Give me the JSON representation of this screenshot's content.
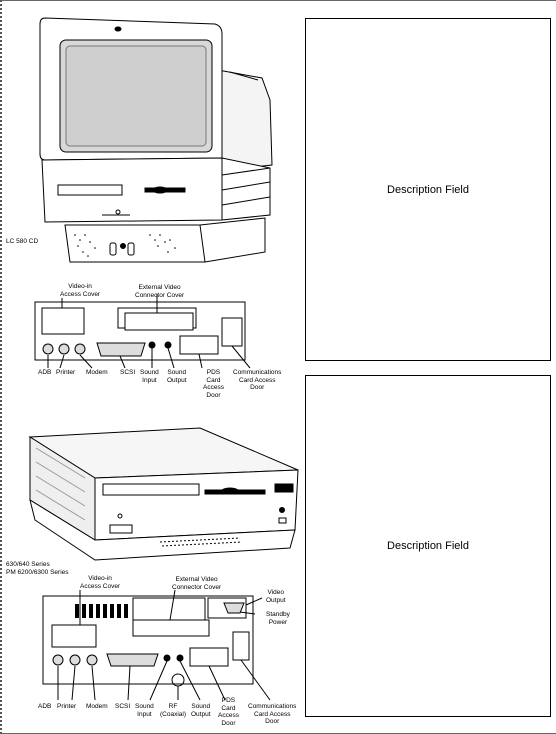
{
  "description_field_label": "Description Field",
  "top_model": {
    "name": "LC 580 CD",
    "callouts": {
      "video_in": [
        "Video-in",
        "Access Cover"
      ],
      "ext_video": [
        "External Video",
        "Connector Cover"
      ],
      "adb": "ADB",
      "printer": "Printer",
      "modem": "Modem",
      "scsi": "SCSI",
      "sound_input": [
        "Sound",
        "Input"
      ],
      "sound_output": [
        "Sound",
        "Output"
      ],
      "pds": [
        "PDS",
        "Card",
        "Access",
        "Door"
      ],
      "comm": [
        "Communications",
        "Card Access",
        "Door"
      ]
    }
  },
  "bottom_model": {
    "name_line1": "630/640 Series",
    "name_line2": "PM 6200/6300 Series",
    "callouts": {
      "video_in": [
        "Video-in",
        "Access Cover"
      ],
      "ext_video": [
        "External Video",
        "Connector Cover"
      ],
      "video_output": [
        "Video",
        "Output"
      ],
      "standby": [
        "Standby",
        "Power"
      ],
      "adb": "ADB",
      "printer": "Printer",
      "modem": "Modem",
      "scsi": "SCSI",
      "sound_input": [
        "Sound",
        "Input"
      ],
      "rf": [
        "RF",
        "(Coaxial)"
      ],
      "sound_output": [
        "Sound",
        "Output"
      ],
      "pds": [
        "PDS",
        "Card",
        "Access",
        "Door"
      ],
      "comm": [
        "Communications",
        "Card Access",
        "Door"
      ]
    }
  }
}
